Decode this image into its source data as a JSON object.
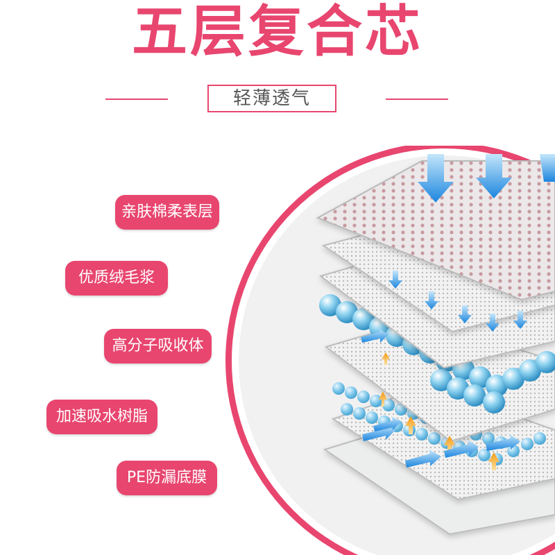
{
  "title": "五层复合芯",
  "subtitle": "轻薄透气",
  "layers": [
    {
      "label": "亲肤棉柔表层"
    },
    {
      "label": "优质绒毛浆"
    },
    {
      "label": "高分子吸收体"
    },
    {
      "label": "加速吸水树脂"
    },
    {
      "label": "PE防漏底膜"
    }
  ],
  "colors": {
    "accent": "#e8466f",
    "label_text": "#ffffff",
    "subtitle_text": "#555555",
    "arrow_blue": "#2a8ee0",
    "arrow_orange": "#f4a020",
    "bead_blue": "#6cc3ea"
  },
  "icons": [
    "down-arrow-icon",
    "up-arrow-icon",
    "diagonal-arrow-icon"
  ]
}
